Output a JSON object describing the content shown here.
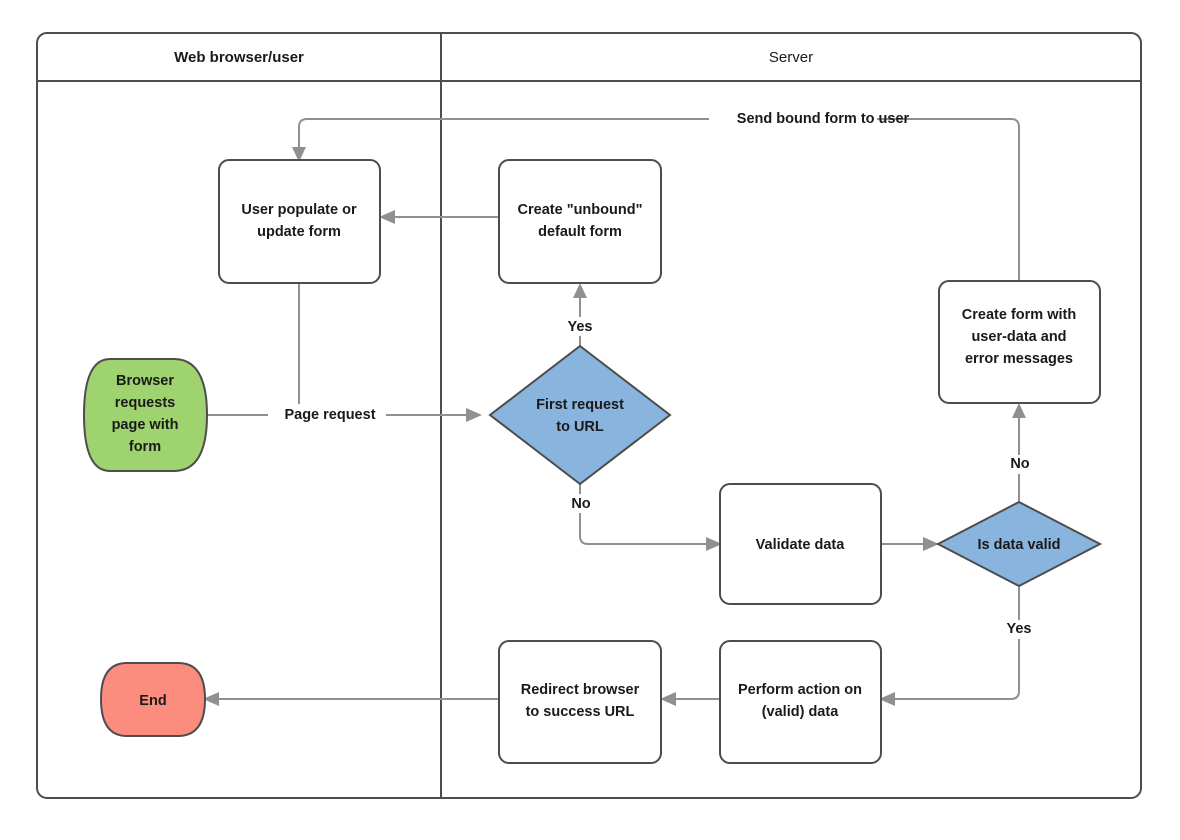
{
  "diagram": {
    "title": "Django form handling flowchart",
    "type": "swimlane-flowchart",
    "colors": {
      "start_fill": "#9ed36f",
      "end_fill": "#fc8d7e",
      "decision_fill": "#88b4dd",
      "process_fill": "#ffffff",
      "shape_stroke": "#4d4d4d",
      "edge_stroke": "#909090",
      "text": "#1a1a1a"
    },
    "lanes": [
      {
        "id": "lane-web-browser",
        "label": "Web browser/user",
        "bold": true
      },
      {
        "id": "lane-server",
        "label": "Server",
        "bold": false
      }
    ],
    "nodes": [
      {
        "id": "browser-requests-page",
        "shape": "terminator",
        "fill": "start_fill",
        "lane": "lane-web-browser",
        "lines": [
          "Browser",
          "requests",
          "page with",
          "form"
        ]
      },
      {
        "id": "user-populate-form",
        "shape": "process",
        "fill": "process_fill",
        "lane": "lane-web-browser",
        "lines": [
          "User populate or",
          "update form"
        ]
      },
      {
        "id": "end",
        "shape": "terminator",
        "fill": "end_fill",
        "lane": "lane-web-browser",
        "lines": [
          "End"
        ]
      },
      {
        "id": "create-unbound-form",
        "shape": "process",
        "fill": "process_fill",
        "lane": "lane-server",
        "lines": [
          "Create \"unbound\"",
          "default form"
        ]
      },
      {
        "id": "first-request-to-url",
        "shape": "decision",
        "fill": "decision_fill",
        "lane": "lane-server",
        "lines": [
          "First request",
          "to URL"
        ]
      },
      {
        "id": "create-form-with-errors",
        "shape": "process",
        "fill": "process_fill",
        "lane": "lane-server",
        "lines": [
          "Create form with",
          "user-data and",
          "error messages"
        ]
      },
      {
        "id": "validate-data",
        "shape": "process",
        "fill": "process_fill",
        "lane": "lane-server",
        "lines": [
          "Validate data"
        ]
      },
      {
        "id": "is-data-valid",
        "shape": "decision",
        "fill": "decision_fill",
        "lane": "lane-server",
        "lines": [
          "Is data valid"
        ]
      },
      {
        "id": "perform-action",
        "shape": "process",
        "fill": "process_fill",
        "lane": "lane-server",
        "lines": [
          "Perform action on",
          "(valid) data"
        ]
      },
      {
        "id": "redirect-browser",
        "shape": "process",
        "fill": "process_fill",
        "lane": "lane-server",
        "lines": [
          "Redirect browser",
          "to success URL"
        ]
      }
    ],
    "edge_labels": [
      {
        "id": "edge-label-send-bound-form",
        "text": "Send bound form to user"
      },
      {
        "id": "edge-label-page-request",
        "text": "Page request"
      },
      {
        "id": "edge-label-first-request-yes",
        "text": "Yes"
      },
      {
        "id": "edge-label-first-request-no",
        "text": "No"
      },
      {
        "id": "edge-label-valid-no",
        "text": "No"
      },
      {
        "id": "edge-label-valid-yes",
        "text": "Yes"
      }
    ]
  }
}
